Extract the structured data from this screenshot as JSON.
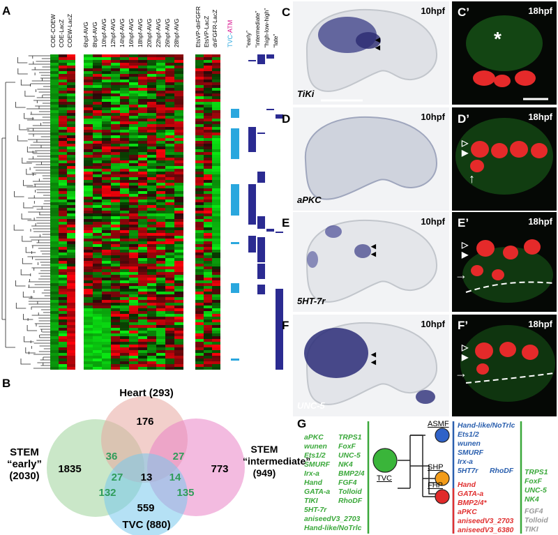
{
  "panels": {
    "A": "A",
    "B": "B",
    "C": "C",
    "C2": "C’",
    "D": "D",
    "D2": "D’",
    "E": "E",
    "E2": "E’",
    "F": "F",
    "F2": "F’",
    "G": "G"
  },
  "heatmap": {
    "group1_cols": [
      "COE-COEW",
      "COE-LacZ",
      "COEW-LacZ"
    ],
    "group2_cols": [
      "6hpf-AVG",
      "8hpf-AVG",
      "10hpf-AVG",
      "12hpf-AVG",
      "14hpf-AVG",
      "16hpf-AVG",
      "18hpf-AVG",
      "20hpf-AVG",
      "22hpf-AVG",
      "26hpf-AVG",
      "28hpf-AVG"
    ],
    "group3_cols": [
      "EtsVP-dnFGFR",
      "EtsVP-LacZ",
      "dnFGFR-LacZ"
    ],
    "tvc_label_a": "TVC-",
    "tvc_label_b": "ATM",
    "category_labels": [
      "“early”",
      "“intermediate”",
      "“high-low-high”",
      "“late”"
    ],
    "colors": {
      "up": "#ff2020",
      "down": "#3cd33c",
      "tvc": "#2aa7de",
      "cat": "#2b2b91"
    }
  },
  "venn": {
    "heart_label": "Heart (293)",
    "stem_early_l1": "STEM",
    "stem_early_l2": "“early”",
    "stem_early_l3": "(2030)",
    "stem_int_l1": "STEM",
    "stem_int_l2": "“intermediate”",
    "stem_int_l3": "(949)",
    "tvc_label": "TVC (880)",
    "values": {
      "early_only": "1835",
      "heart_only": "176",
      "int_only": "773",
      "tvc_only": "559",
      "early_heart": "36",
      "heart_int": "27",
      "early_heart_tvc": "27",
      "all": "13",
      "heart_int_tvc": "14",
      "early_tvc": "132",
      "int_tvc": "135"
    },
    "colors": {
      "early": "#9fd49a",
      "heart": "#e8a7a1",
      "int": "#e984c6",
      "tvc": "#78c8ec",
      "shared": "#2f9c5a"
    }
  },
  "micro": {
    "C_time": "10hpf",
    "C2_time": "18hpf",
    "C_gene": "TiKi",
    "D_time": "10hpf",
    "D2_time": "18hpf",
    "D_gene": "aPKC",
    "E_time": "10hpf",
    "E2_time": "18hpf",
    "E_gene": "5HT-7r",
    "F_time": "10hpf",
    "F2_time": "18hpf",
    "F_gene": "UNC-5",
    "asterisk": "*"
  },
  "lineage": {
    "root": "TVC",
    "asmf": "ASMF",
    "shp": "SHP",
    "fhp": "FHP",
    "left_col1": [
      "aPKC",
      "wunen",
      "Ets1/2",
      "SMURF",
      "Irx-a",
      "Hand",
      "GATA-a",
      "TIKI",
      "5HT-7r",
      "aniseedV3_2703",
      "Hand-like/NoTrlc"
    ],
    "left_col2": [
      "TRPS1",
      "FoxF",
      "UNC-5",
      "NK4",
      "BMP2/4",
      "FGF4",
      "Tolloid",
      "RhoDF"
    ],
    "asmf_genes": [
      "Hand-like/NoTrlc",
      "Ets1/2",
      "wunen",
      "SMURF",
      "Irx-a",
      "5HT7r"
    ],
    "asmf_extra": "RhoDF",
    "fhp_genes": [
      "Hand",
      "GATA-a",
      "BMP2/4*",
      "aPKC",
      "aniseedV3_2703",
      "aniseedV3_6380"
    ],
    "right_green": [
      "TRPS1",
      "FoxF",
      "UNC-5",
      "NK4"
    ],
    "right_gray": [
      "FGF4",
      "Tolloid",
      "TIKI"
    ],
    "colors": {
      "green": "#3aa83a",
      "blue": "#2a5fae",
      "red": "#e03030",
      "gray": "#9a9a9a",
      "asmf": "#2f62c8",
      "shp": "#f29c1a",
      "fhp": "#e12a2a",
      "tvc": "#3ab53a"
    }
  }
}
